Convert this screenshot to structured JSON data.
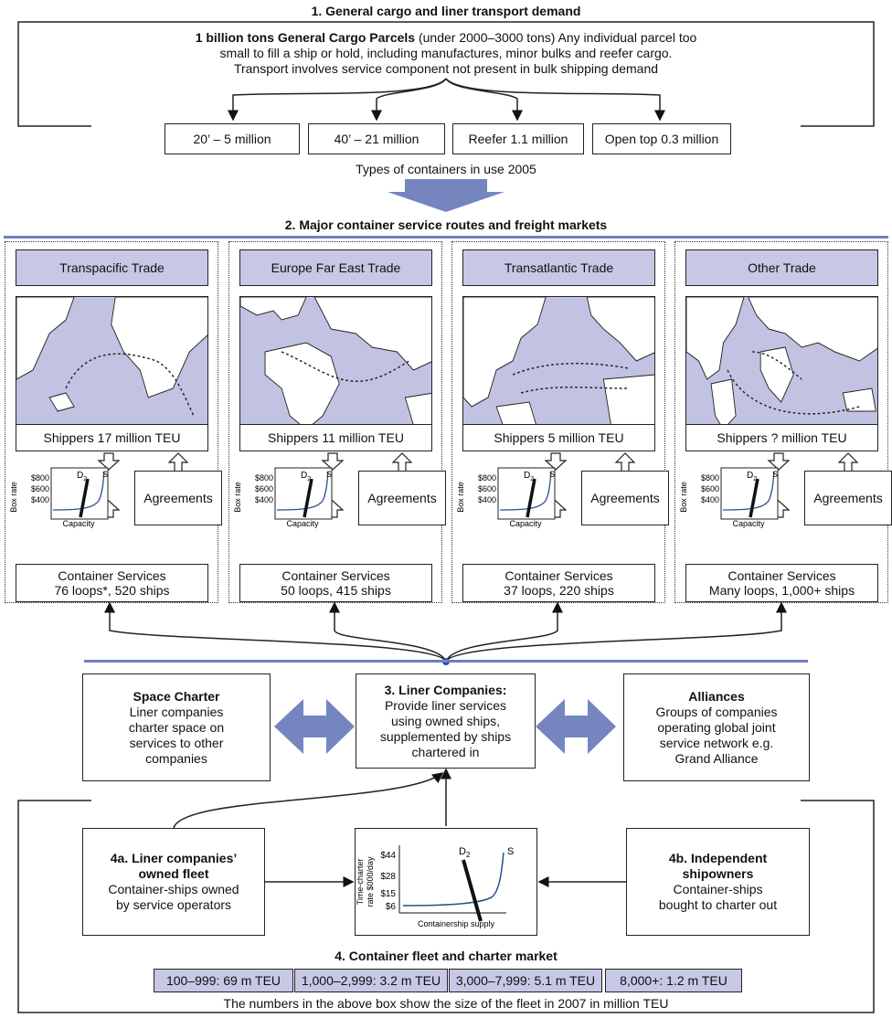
{
  "section1": {
    "title": "1. General cargo and liner transport demand",
    "line1_bold": "1 billion tons General Cargo Parcels",
    "line1_rest": " (under 2000–3000 tons) Any individual parcel too",
    "line2": "small to fill a ship or hold, including manufactures, minor bulks and reefer cargo.",
    "line3": "Transport involves service component not present in bulk shipping demand",
    "containers": [
      "20’ – 5 million",
      "40’ – 21 million",
      "Reefer 1.1 million",
      "Open top 0.3 million"
    ],
    "caption": "Types of containers in use 2005"
  },
  "section2": {
    "title": "2. Major container service routes and freight markets",
    "trades": [
      {
        "name": "Transpacific Trade",
        "shippers": "Shippers 17 million TEU",
        "services_l1": "Container Services",
        "services_l2": "76 loops*, 520 ships"
      },
      {
        "name": "Europe Far East Trade",
        "shippers": "Shippers 11 million TEU",
        "services_l1": "Container Services",
        "services_l2": "50 loops, 415 ships"
      },
      {
        "name": "Transatlantic Trade",
        "shippers": "Shippers 5 million TEU",
        "services_l1": "Container Services",
        "services_l2": "37 loops, 220 ships"
      },
      {
        "name": "Other Trade",
        "shippers": "Shippers ? million TEU",
        "services_l1": "Container Services",
        "services_l2": "Many loops, 1,000+ ships"
      }
    ],
    "agreements": "Agreements",
    "mini_chart": {
      "ylabel": "Box rate",
      "xlabel": "Capacity",
      "ticks": [
        "$800",
        "$600",
        "$400"
      ],
      "demand": "D",
      "demand_sub": "2",
      "supply": "S"
    }
  },
  "section3": {
    "space_charter": {
      "title": "Space Charter",
      "lines": [
        "Liner companies",
        "charter space on",
        "services to other",
        "companies"
      ]
    },
    "liner": {
      "title": "3. Liner Companies:",
      "lines": [
        "Provide liner services",
        "using owned ships,",
        "supplemented by ships",
        "chartered in"
      ]
    },
    "alliances": {
      "title": "Alliances",
      "lines": [
        "Groups of companies",
        "operating global joint",
        "service network e.g.",
        "Grand Alliance"
      ]
    }
  },
  "section4": {
    "owned": {
      "title1": "4a. Liner companies’",
      "title2": "owned fleet",
      "lines": [
        "Container-ships owned",
        "by service operators"
      ]
    },
    "independent": {
      "title1": "4b. Independent",
      "title2": "shipowners",
      "lines": [
        "Container-ships",
        "bought to charter out"
      ]
    },
    "charter_chart": {
      "ylabel1": "Time-charter",
      "ylabel2": "rate $000/day",
      "xlabel": "Containership supply",
      "ticks": [
        "$44",
        "$28",
        "$15",
        "$6"
      ],
      "demand": "D",
      "demand_sub": "2",
      "supply": "S"
    },
    "title": "4. Container fleet and charter market",
    "fleet": [
      "100–999: 69 m TEU",
      "1,000–2,999: 3.2 m TEU",
      "3,000–7,999: 5.1 m TEU",
      "8,000+: 1.2 m TEU"
    ],
    "caption": "The numbers in the above box show the size of the fleet in 2007 in million TEU"
  },
  "colors": {
    "lavender": "#c6c8e6",
    "arrow_blue": "#7585c0",
    "curve_blue": "#2a4f8f",
    "rule_blue": "#6f7fbf"
  }
}
